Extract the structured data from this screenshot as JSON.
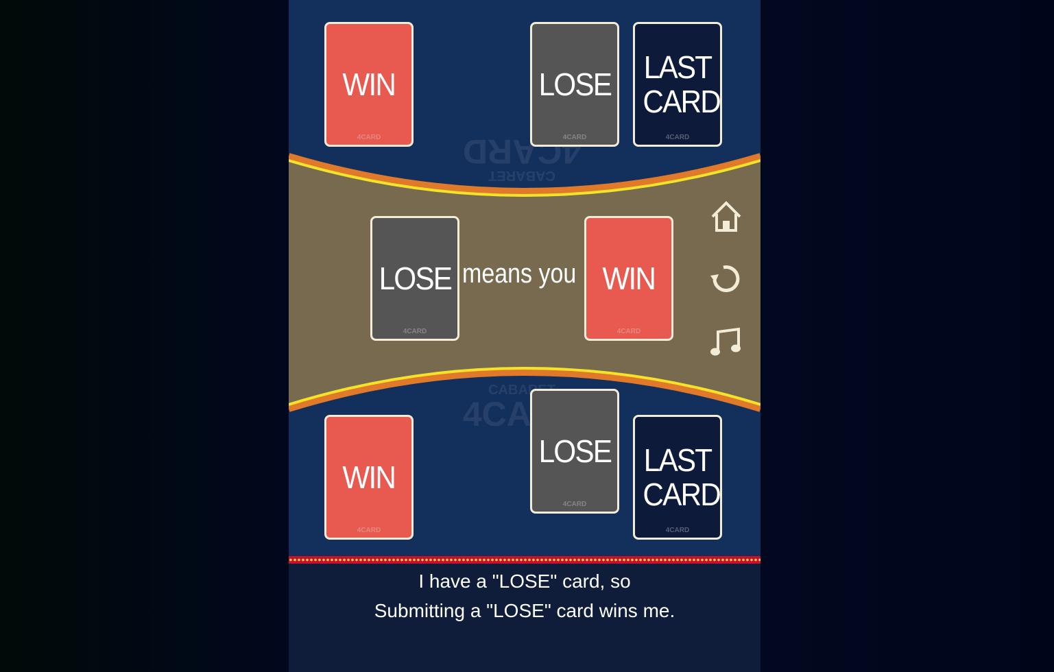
{
  "brand": {
    "card_logo": "4CARD",
    "watermark_top": "CABARET",
    "watermark_bottom": "4CARD"
  },
  "opponent_cards": [
    {
      "label": "WIN"
    },
    {
      "label": "LOSE"
    },
    {
      "label": "LAST CARD"
    }
  ],
  "played": {
    "left": "LOSE",
    "middle_text": "means you",
    "right": "WIN"
  },
  "player_cards": [
    {
      "label": "WIN"
    },
    {
      "label": "LOSE"
    },
    {
      "label": "LAST CARD"
    }
  ],
  "controls": [
    "home-icon",
    "restart-icon",
    "music-icon"
  ],
  "message": {
    "line1": "I have a \"LOSE\" card, so",
    "line2": "Submitting a \"LOSE\" card wins me."
  },
  "colors": {
    "win": "#e85a4f",
    "lose": "#555556",
    "last": "#0e1a3a",
    "table": "#13305c",
    "band": "#776a4f"
  }
}
